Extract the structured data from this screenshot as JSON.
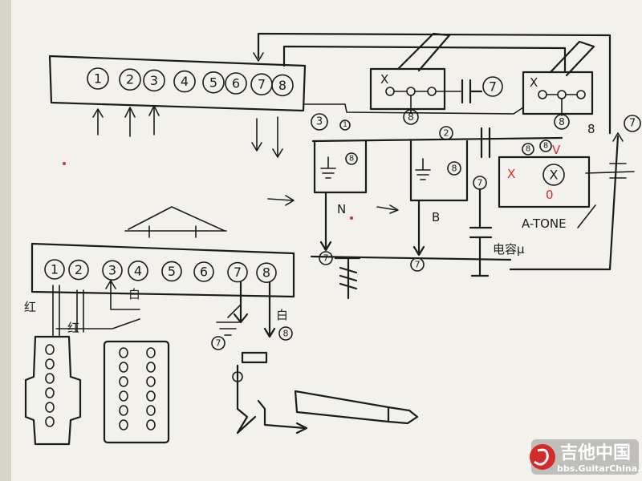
{
  "top_terminals": [
    "1",
    "2",
    "3",
    "4",
    "5",
    "6",
    "7",
    "8"
  ],
  "bottom_terminals": [
    "1",
    "2",
    "3",
    "4",
    "5",
    "6",
    "7",
    "8"
  ],
  "top_pots": {
    "left": {
      "x_mark": "X",
      "circle": "7",
      "below": "8"
    },
    "right": {
      "x_mark": "X",
      "below": "8"
    },
    "side_label": "8",
    "side_circle": "7"
  },
  "switch_section": {
    "labels_left": [
      "3",
      "1"
    ],
    "cap_labels": [
      "8",
      "2",
      "8",
      "8",
      "8"
    ],
    "circle_7s": [
      "7",
      "7",
      "7",
      "7"
    ]
  },
  "notes": {
    "n_label": "N",
    "b_label": "B",
    "tone_label": "A-TONE",
    "cap_label": "电容μ",
    "red_x": "X",
    "red_v": "V",
    "zero": "0"
  },
  "wire_labels": {
    "red1": "红",
    "red2": "红",
    "white": "白",
    "ground": "⏚",
    "circle_small": "7",
    "right_small": "白",
    "right_circle": "8"
  },
  "watermark": {
    "title": "吉他中国",
    "url": "bbs.GuitarChina.com"
  }
}
